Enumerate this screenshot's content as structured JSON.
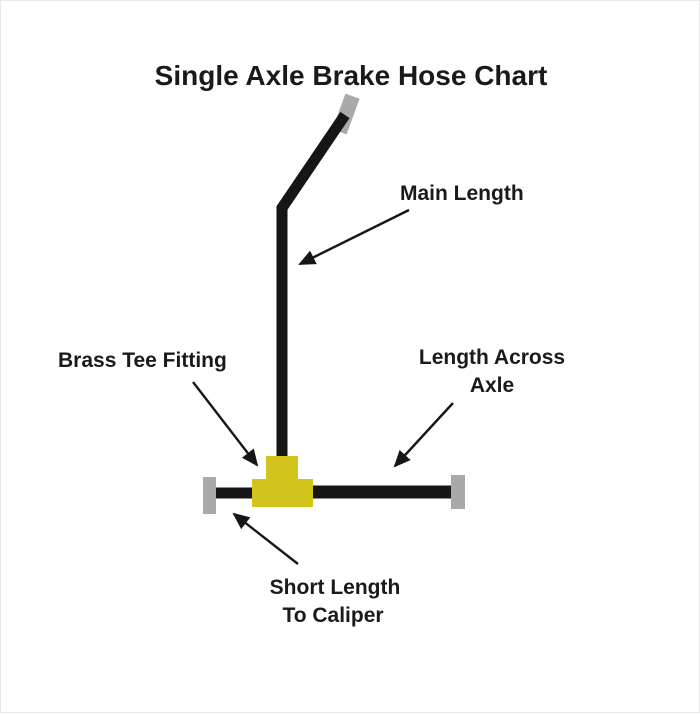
{
  "title": "Single Axle Brake Hose Chart",
  "labels": {
    "main_length": "Main Length",
    "brass_tee": "Brass Tee Fitting",
    "across_line1": "Length Across",
    "across_line2": "Axle",
    "short_line1": "Short Length",
    "short_line2": "To Caliper"
  },
  "colors": {
    "hose": "#161616",
    "tee_fitting": "#d2c41d",
    "end_cap": "#a9a9a9",
    "text": "#1a1a1a",
    "background": "#ffffff"
  }
}
